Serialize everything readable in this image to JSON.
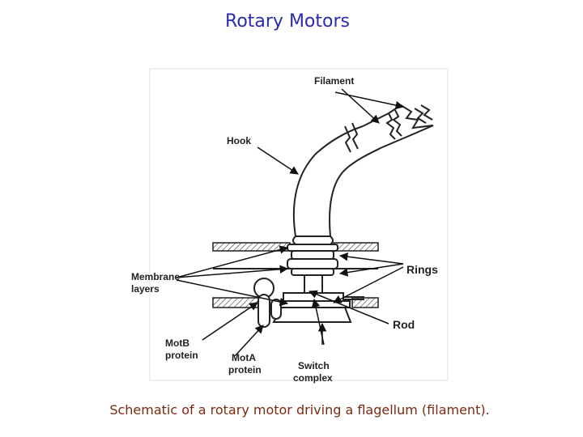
{
  "title": "Rotary Motors",
  "caption": "Schematic of a rotary motor driving a flagellum (filament).",
  "diagram": {
    "labels": {
      "filament": "Filament",
      "hook": "Hook",
      "membrane_line1": "Membrane",
      "membrane_line2": "layers",
      "rings": "Rings",
      "rod": "Rod",
      "motb_line1": "MotB",
      "motb_line2": "protein",
      "mota_line1": "MotA",
      "mota_line2": "protein",
      "switch_line1": "Switch",
      "switch_line2": "complex"
    }
  }
}
